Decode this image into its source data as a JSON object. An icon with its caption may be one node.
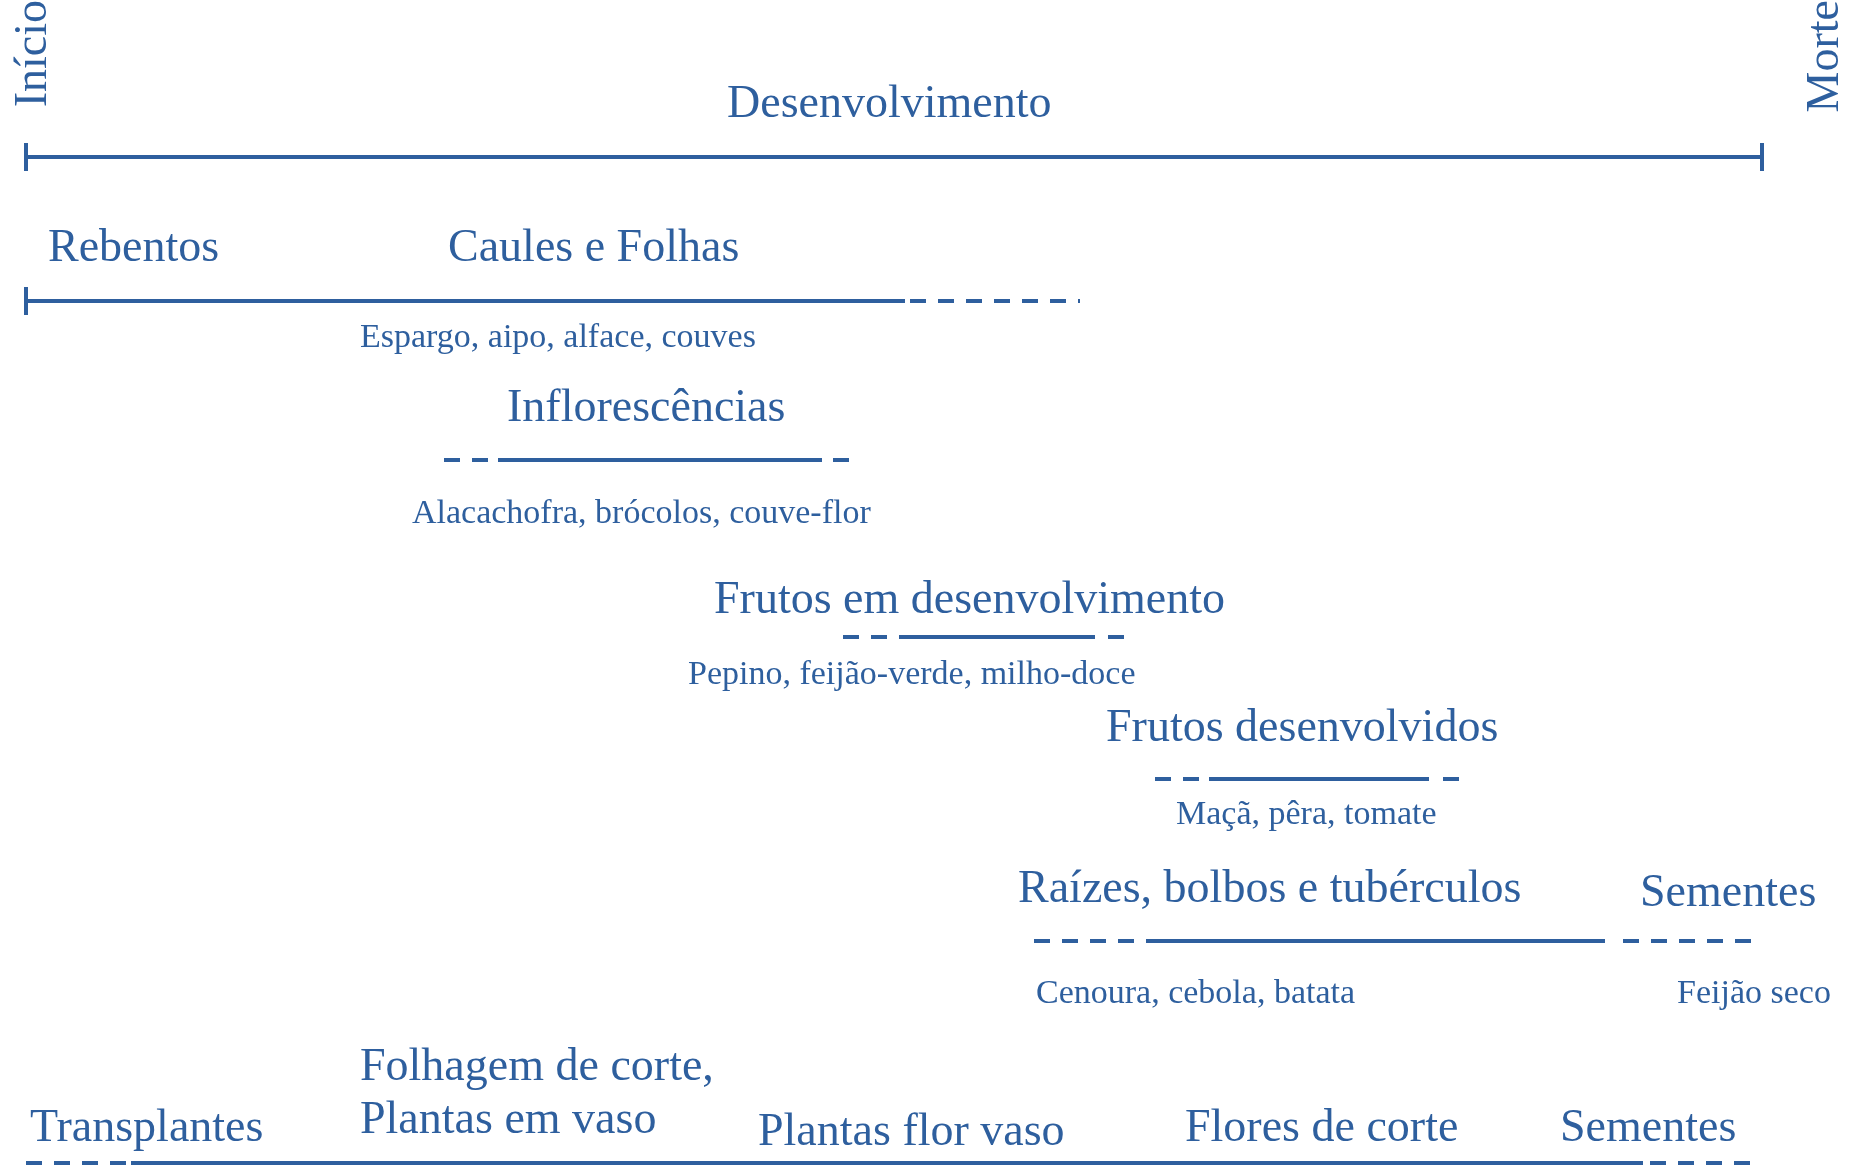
{
  "diagram": {
    "labels": [
      "Início",
      "Desenvolvimento",
      "Morte",
      "Rebentos",
      "Caules e Folhas",
      "Espargo, aipo, alface, couves",
      "Inflorescências",
      "Alacachofra, brócolos, couve-flor",
      "Frutos em desenvolvimento",
      "Pepino, feijão-verde, milho-doce",
      "Frutos desenvolvidos",
      "Maçã, pêra, tomate",
      "Raízes, bolbos e tubérculos",
      "Sementes",
      "Cenoura, cebola, batata",
      "Feijão seco",
      "Folhagem de corte, Plantas em vaso",
      "Transplantes",
      "Plantas flor vaso",
      "Flores de corte",
      "Sementes"
    ]
  }
}
